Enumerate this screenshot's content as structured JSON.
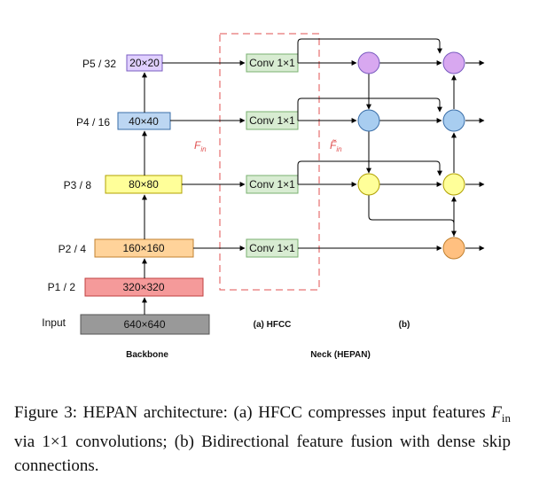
{
  "backbone": {
    "levels": [
      {
        "label": "P5 / 32",
        "size": "20×20",
        "fill": "#e0d0ff",
        "stroke": "#7a5cc0"
      },
      {
        "label": "P4 / 16",
        "size": "40×40",
        "fill": "#bcd6f2",
        "stroke": "#3a6ea8"
      },
      {
        "label": "P3 / 8",
        "size": "80×80",
        "fill": "#ffff99",
        "stroke": "#b0a000"
      },
      {
        "label": "P2 / 4",
        "size": "160×160",
        "fill": "#ffd39a",
        "stroke": "#c08030"
      },
      {
        "label": "P1 / 2",
        "size": "320×320",
        "fill": "#f59a9a",
        "stroke": "#c04040"
      },
      {
        "label": "Input",
        "size": "640×640",
        "fill": "#999999",
        "stroke": "#555555"
      }
    ],
    "title": "Backbone"
  },
  "hfcc": {
    "conv_label": "Conv 1×1",
    "conv_fill": "#d8ecd2",
    "conv_stroke": "#7ab070",
    "dashed_color": "#e05050",
    "fin_label": "F",
    "fin_sub": "in",
    "fin_tilde_label": "F̃",
    "fin_tilde_sub": "in",
    "subtitle": "(a) HFCC"
  },
  "neck": {
    "subtitle": "(b)",
    "title": "Neck (HEPAN)",
    "node_colors": [
      "#d8a8f0",
      "#a8cdf0",
      "#ffff99",
      "#ffc080"
    ]
  },
  "caption": {
    "prefix": "Figure 3: HEPAN architecture: (a) HFCC compresses input features ",
    "var": "F",
    "var_sub": "in",
    "suffix": " via 1×1 convolutions; (b) Bidirectional feature fusion with dense skip connections."
  }
}
